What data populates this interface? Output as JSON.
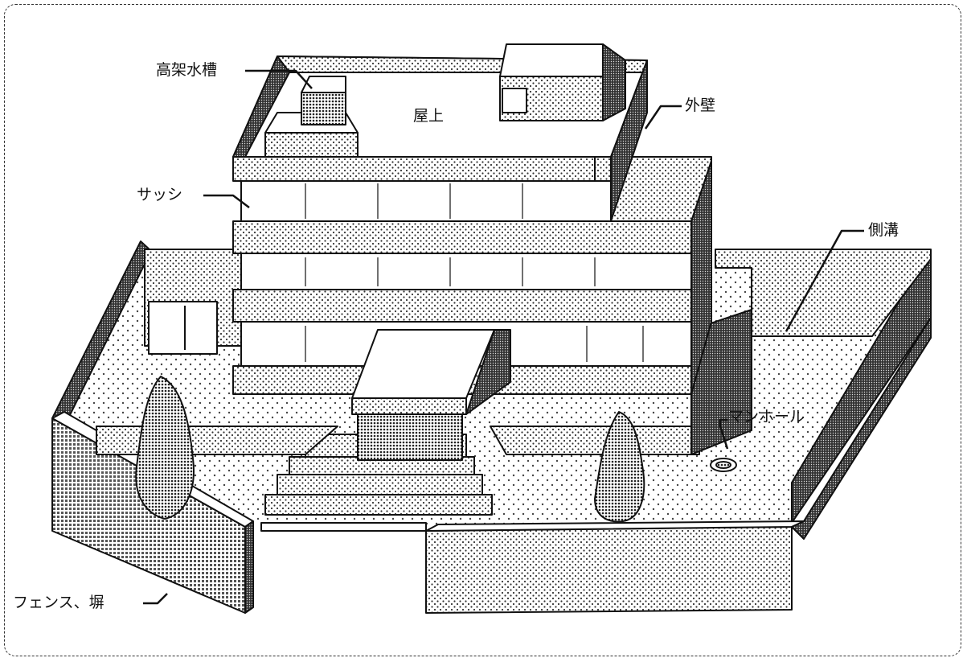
{
  "labels": {
    "elevated_tank": "高架水槽",
    "rooftop": "屋上",
    "exterior_wall": "外壁",
    "sash": "サッシ",
    "side_ditch": "側溝",
    "manhole": "マンホール",
    "fence": "フェンス、塀"
  }
}
